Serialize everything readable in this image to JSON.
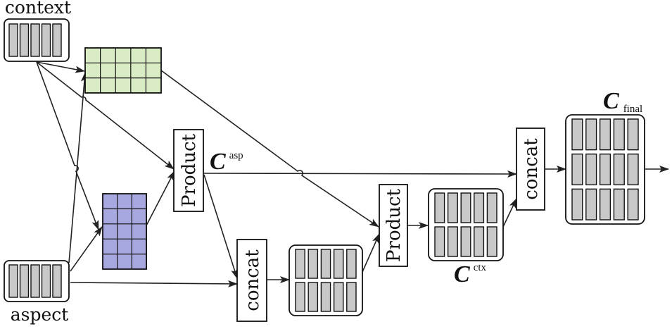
{
  "nodes": {
    "context": {
      "label": "context"
    },
    "aspect": {
      "label": "aspect"
    },
    "product_top": {
      "label": "Product"
    },
    "product_right": {
      "label": "Product"
    },
    "concat_bottom": {
      "label": "concat"
    },
    "concat_right": {
      "label": "concat"
    }
  },
  "symbols": {
    "c_asp": {
      "base": "C",
      "sup": "asp"
    },
    "c_ctx": {
      "base": "C",
      "sup": "ctx"
    },
    "c_final": {
      "base": "C",
      "sub": "final"
    }
  },
  "colors": {
    "vector_cell": "#c8c8c8",
    "context_matrix": "#d9ecc4",
    "aspect_matrix": "#a8a8e0",
    "line": "#222222"
  }
}
